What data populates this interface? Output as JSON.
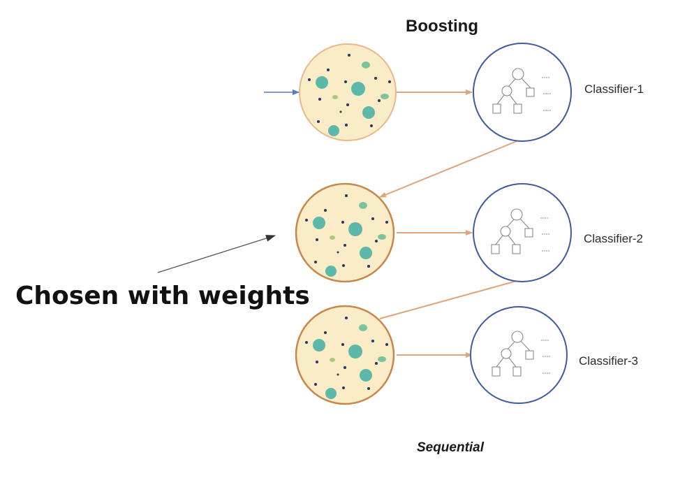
{
  "diagram": {
    "title": "Boosting",
    "callout": "Chosen with weights",
    "footer": "Sequential",
    "classifiers": [
      "Classifier-1",
      "Classifier-2",
      "Classifier-3"
    ],
    "colors": {
      "sample_fill": "#fbecc8",
      "sample_stroke_first": "#e8b88a",
      "sample_stroke_weighted": "#c8874a",
      "classifier_stroke": "#3f5a9e",
      "teal_dot": "#5cb8a8",
      "small_dot": "#2a3366",
      "connector": "#e0a478",
      "input_arrow": "#5577cc",
      "pointer_arrow": "#555555"
    }
  }
}
